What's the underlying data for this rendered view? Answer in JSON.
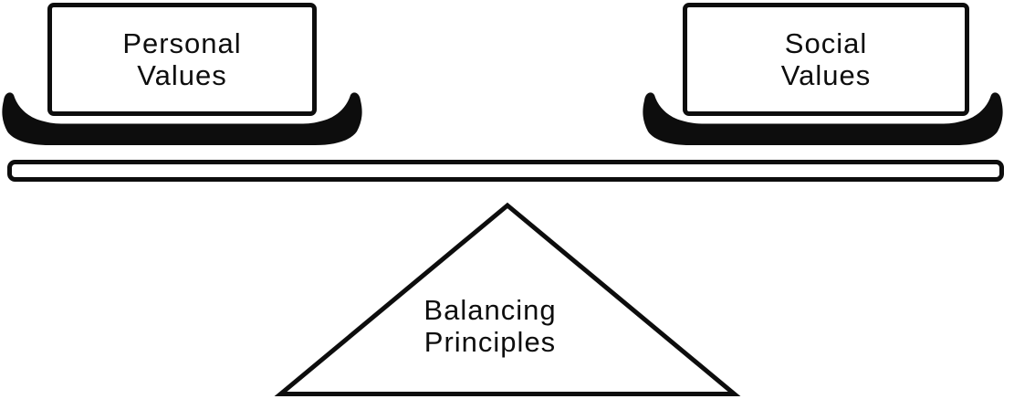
{
  "figure": {
    "type": "balance-scale-diagram",
    "left_pan": {
      "line1": "Personal",
      "line2": "Values"
    },
    "right_pan": {
      "line1": "Social",
      "line2": "Values"
    },
    "fulcrum": {
      "line1": "Balancing",
      "line2": "Principles"
    }
  },
  "colors": {
    "ink": "#0d0d0d",
    "background": "#ffffff"
  }
}
